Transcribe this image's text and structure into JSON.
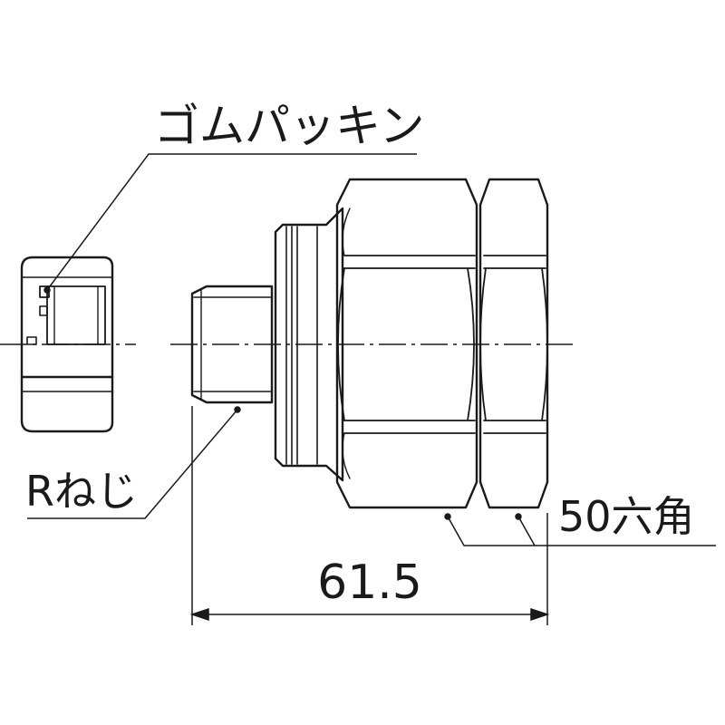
{
  "labels": {
    "gasket": "ゴムパッキン",
    "thread": "Rねじ",
    "hex": "50六角",
    "length": "61.5"
  },
  "colors": {
    "line": "#1a1a1a",
    "background": "#ffffff"
  }
}
